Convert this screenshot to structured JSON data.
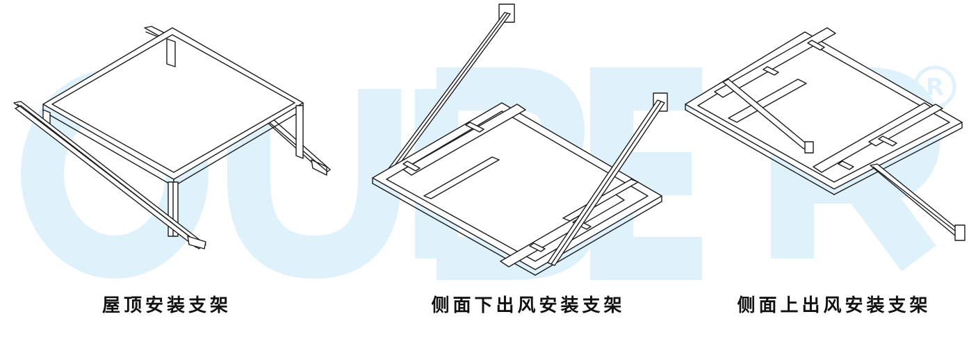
{
  "watermark": {
    "text": "OUBER",
    "registered_mark": "R",
    "color": "#dff2fc"
  },
  "captions": {
    "roof_mount": "屋顶安装支架",
    "side_bottom_outlet_mount": "侧面下出风安装支架",
    "side_top_outlet_mount": "侧面上出风安装支架"
  },
  "colors": {
    "line": "#1a1a1a",
    "fill": "#ffffff"
  }
}
